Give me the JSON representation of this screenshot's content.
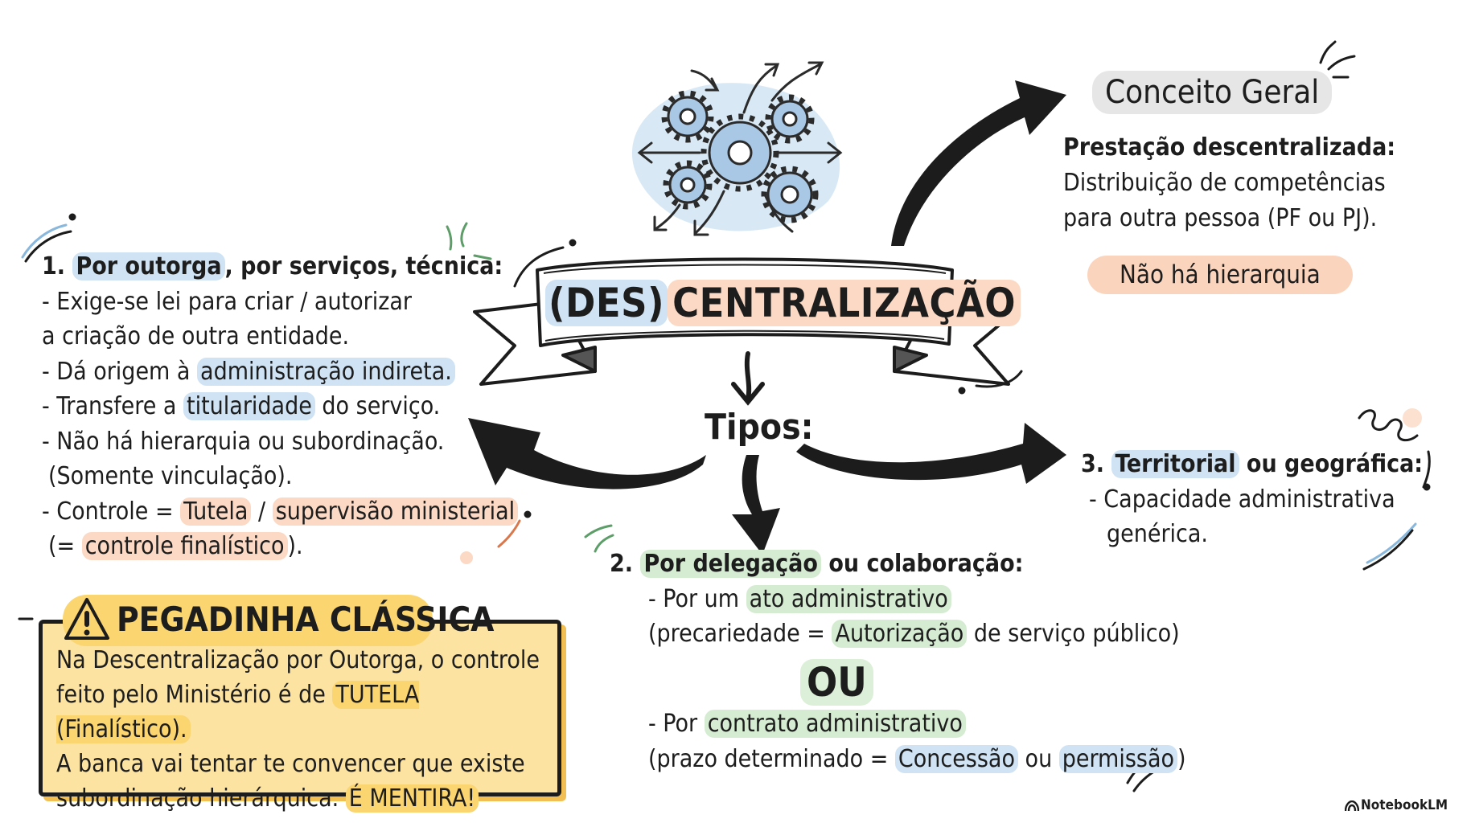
{
  "title": {
    "part1": "(DES)",
    "part2": "CENTRALIZAÇÃO"
  },
  "concept": {
    "heading": "Conceito Geral",
    "label": "Prestação descentralizada:",
    "line1": "Distribuição de competências",
    "line2": "para outra pessoa (PF ou PJ).",
    "badge": "Não há hierarquia"
  },
  "types_label": "Tipos:",
  "type1": {
    "head_num": "1. ",
    "head_hl": "Por outorga",
    "head_rest": ", por serviços, técnica:",
    "l1": "- Exige-se lei para criar / autorizar",
    "l2": "a criação de outra entidade.",
    "l3a": "- Dá origem à ",
    "l3b": "administração indireta.",
    "l4a": "- Transfere a ",
    "l4b": "titularidade",
    "l4c": " do serviço.",
    "l5": "- Não há hierarquia ou subordinação.",
    "l6": "(Somente vinculação).",
    "l7a": "- Controle = ",
    "l7b": "Tutela",
    "l7c": " / ",
    "l7d": "supervisão ministerial",
    "l8a": "(= ",
    "l8b": "controle finalístico",
    "l8c": ")."
  },
  "type2": {
    "head_num": "2. ",
    "head_hl": "Por delegação",
    "head_rest": " ou colaboração:",
    "l1a": "- Por um ",
    "l1b": "ato administrativo",
    "l2a": "(precariedade = ",
    "l2b": "Autorização",
    "l2c": " de serviço público)",
    "or": "OU",
    "l3a": "- Por ",
    "l3b": "contrato administrativo",
    "l4a": "(prazo determinado = ",
    "l4b": "Concessão",
    "l4c": " ou ",
    "l4d": "permissão",
    "l4e": ")"
  },
  "type3": {
    "head_num": "3. ",
    "head_hl": "Territorial",
    "head_rest": " ou geográfica:",
    "l1": "- Capacidade administrativa",
    "l2": "genérica."
  },
  "trap": {
    "title": "PEGADINHA CLÁSSICA",
    "l1": "Na Descentralização por Outorga, o controle",
    "l2a": "feito pelo Ministério é de ",
    "l2b": "TUTELA (Finalístico).",
    "l3": "A banca vai tentar te convencer que existe",
    "l4a": "subordinação hierárquica. ",
    "l4b": "É MENTIRA!"
  },
  "brand": "NotebookLM",
  "colors": {
    "highlight_blue": "#cfe3f4",
    "highlight_orange": "#fbd9c4",
    "highlight_green": "#d5ecd2",
    "highlight_yellow": "#fbd56f",
    "trap_box": "#fce3a2",
    "ink": "#1d1d1d"
  },
  "icons": [
    "gears-cluster-icon",
    "warning-triangle-icon",
    "curved-arrow-icon",
    "notebooklm-logo-icon"
  ]
}
